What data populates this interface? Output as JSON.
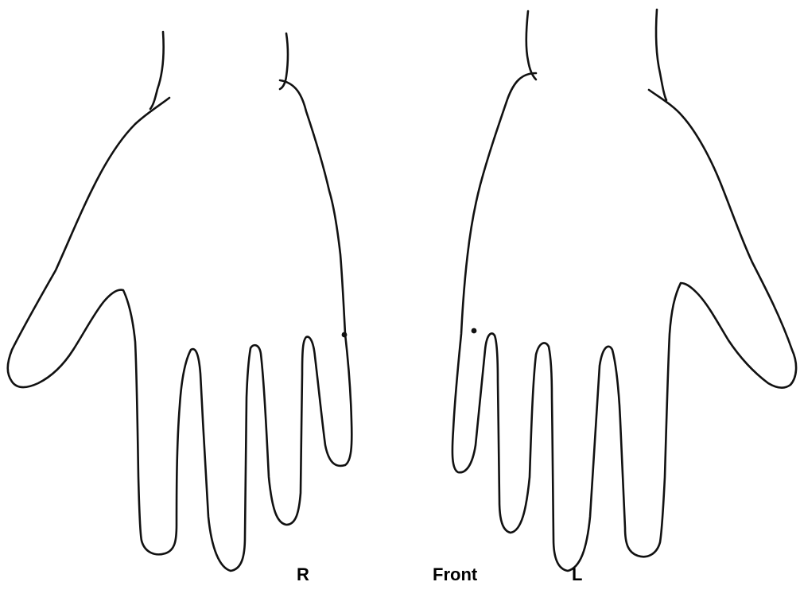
{
  "labels": {
    "right_hand": "R",
    "view": "Front",
    "left_hand": "L"
  },
  "colors": {
    "outline": "#111111",
    "background": "#ffffff"
  }
}
